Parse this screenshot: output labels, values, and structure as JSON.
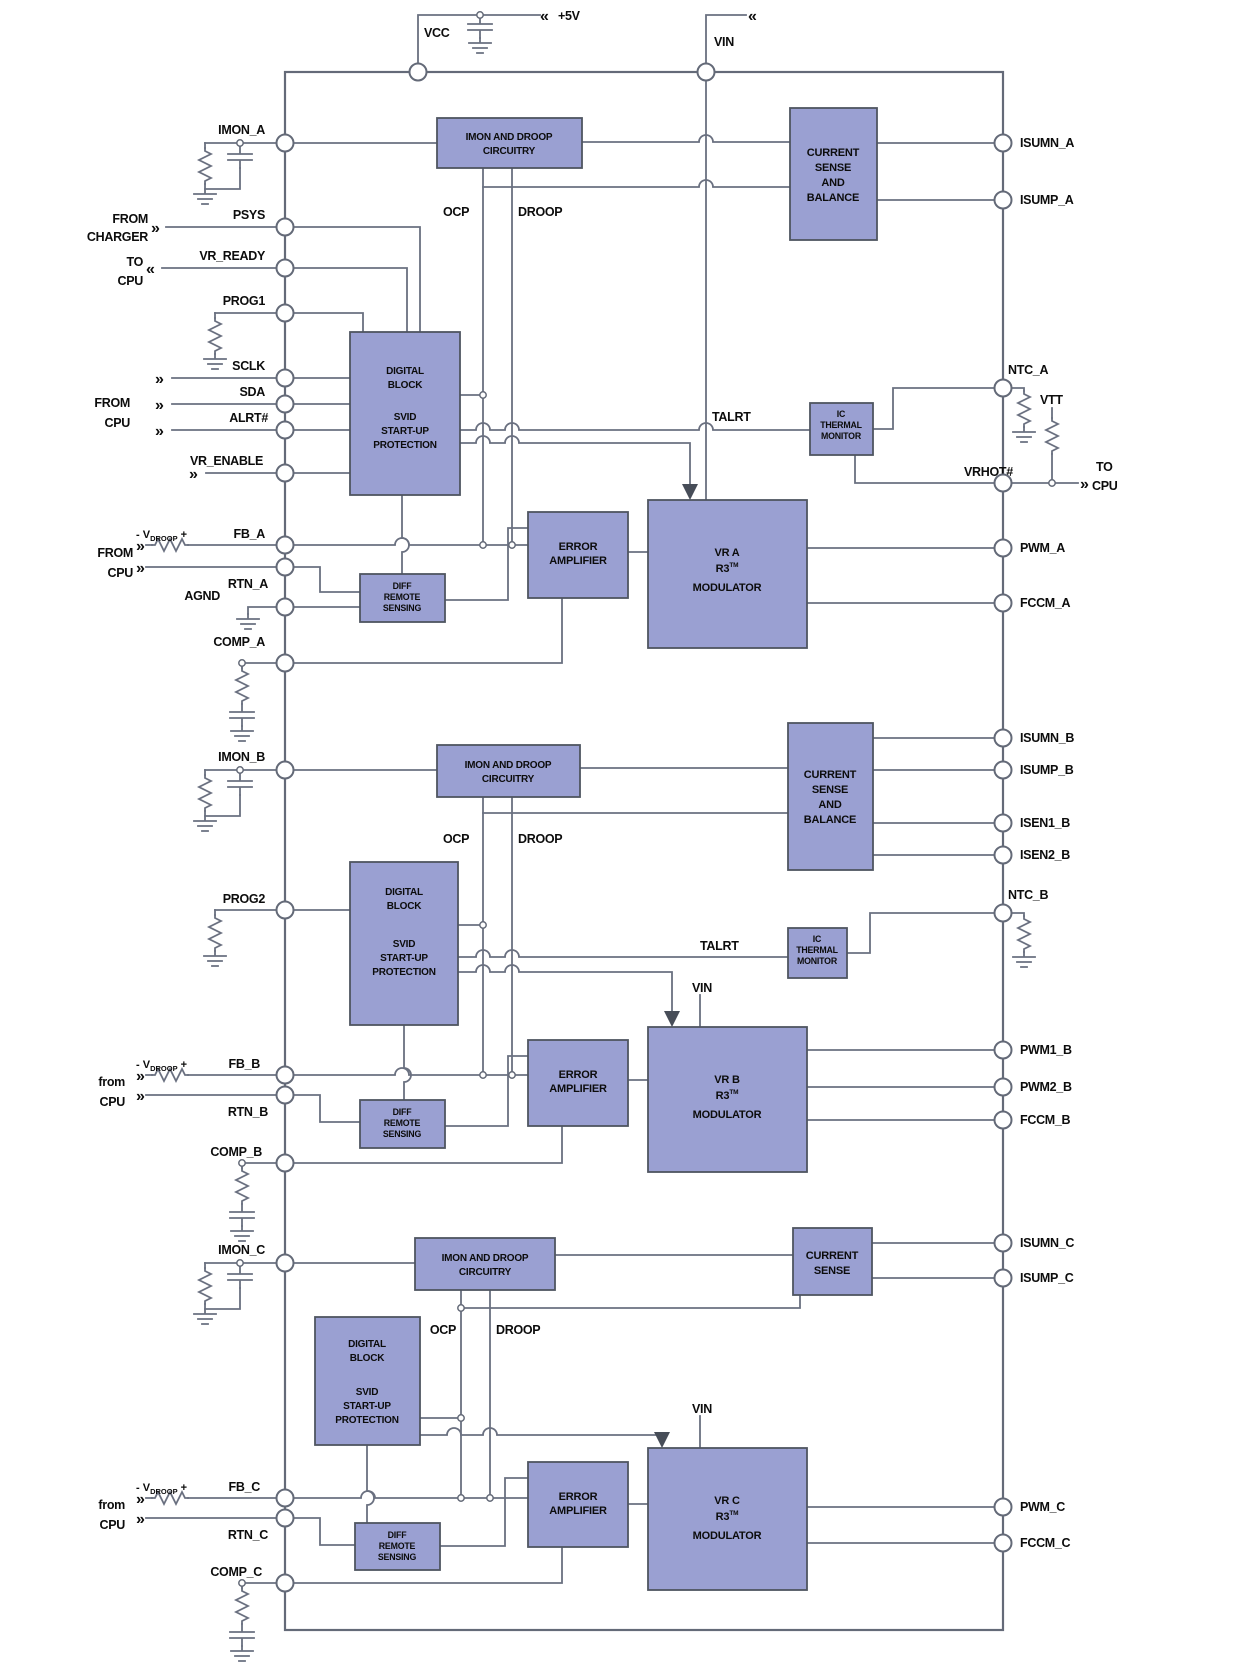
{
  "power": {
    "vcc": "VCC",
    "plus5v": "+5V",
    "vin": "VIN",
    "vtt": "VTT"
  },
  "chevrons": {
    "right": "»",
    "left": "«"
  },
  "annotations": {
    "from": "FROM",
    "charger": "CHARGER",
    "to": "TO",
    "cpu": "CPU",
    "from_lc": "from",
    "vdroop_pre": "- V",
    "vdroop_sub": "DROOP",
    "vdroop_post": " +"
  },
  "signals": {
    "ocp": "OCP",
    "droop": "DROOP",
    "talrt": "TALRT"
  },
  "blocks": {
    "imon_droop": [
      "IMON AND DROOP",
      "CIRCUITRY"
    ],
    "current_sense_balance": [
      "CURRENT",
      "SENSE",
      "AND",
      "BALANCE"
    ],
    "current_sense": [
      "CURRENT",
      "SENSE"
    ],
    "digital": [
      "DIGITAL",
      "BLOCK",
      "SVID",
      "START-UP",
      "PROTECTION"
    ],
    "thermal": [
      "IC",
      "THERMAL",
      "MONITOR"
    ],
    "error_amp": [
      "ERROR",
      "AMPLIFIER"
    ],
    "diff_sense": [
      "DIFF",
      "REMOTE",
      "SENSING"
    ],
    "modulator": {
      "a": "VR A",
      "b": "VR B",
      "c": "VR C",
      "r3": "R3",
      "tm": "TM",
      "word": "MODULATOR"
    }
  },
  "pins": {
    "left": {
      "imon_a": "IMON_A",
      "psys": "PSYS",
      "vr_ready": "VR_READY",
      "prog1": "PROG1",
      "sclk": "SCLK",
      "sda": "SDA",
      "alrt": "ALRT#",
      "vr_enable": "VR_ENABLE",
      "fb_a": "FB_A",
      "rtn_a": "RTN_A",
      "agnd": "AGND",
      "comp_a": "COMP_A",
      "imon_b": "IMON_B",
      "prog2": "PROG2",
      "fb_b": "FB_B",
      "rtn_b": "RTN_B",
      "comp_b": "COMP_B",
      "imon_c": "IMON_C",
      "fb_c": "FB_C",
      "rtn_c": "RTN_C",
      "comp_c": "COMP_C"
    },
    "right": {
      "isumn_a": "ISUMN_A",
      "isump_a": "ISUMP_A",
      "ntc_a": "NTC_A",
      "vrhot": "VRHOT#",
      "pwm_a": "PWM_A",
      "fccm_a": "FCCM_A",
      "isumn_b": "ISUMN_B",
      "isump_b": "ISUMP_B",
      "isen1_b": "ISEN1_B",
      "isen2_b": "ISEN2_B",
      "ntc_b": "NTC_B",
      "pwm1_b": "PWM1_B",
      "pwm2_b": "PWM2_B",
      "fccm_b": "FCCM_B",
      "isumn_c": "ISUMN_C",
      "isump_c": "ISUMP_C",
      "pwm_c": "PWM_C",
      "fccm_c": "FCCM_C"
    }
  }
}
